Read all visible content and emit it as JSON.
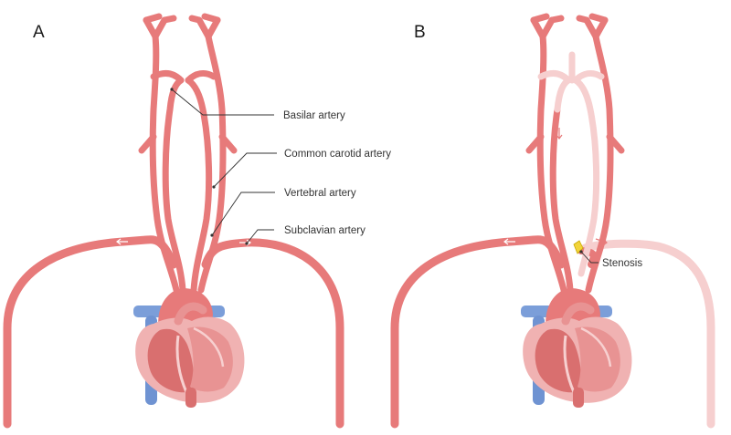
{
  "panels": {
    "a": {
      "letter": "A"
    },
    "b": {
      "letter": "B"
    }
  },
  "labels": {
    "basilar": "Basilar artery",
    "common_carotid": "Common carotid artery",
    "vertebral": "Vertebral artery",
    "subclavian": "Subclavian artery",
    "stenosis": "Stenosis"
  },
  "colors": {
    "artery": "#e77a7a",
    "artery_pale": "#f6cfcf",
    "vein": "#7b9ed9",
    "heart": "#e28a8a",
    "stenosis": "#f2d43a"
  }
}
